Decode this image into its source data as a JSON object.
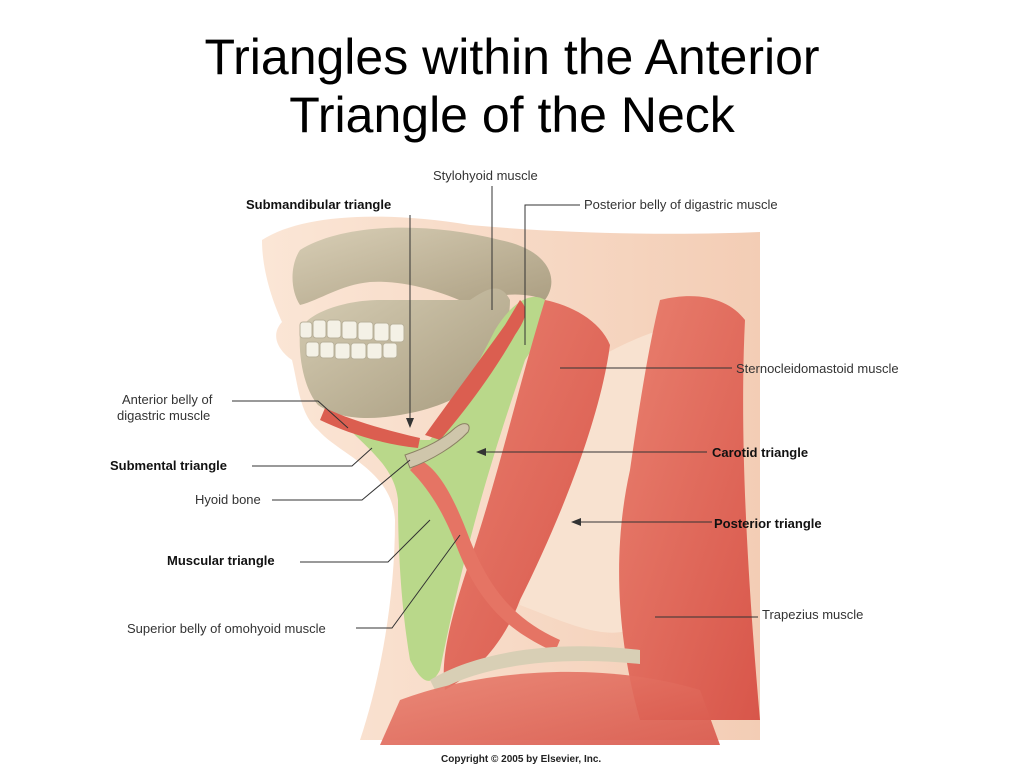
{
  "slide": {
    "title_line1": "Triangles within the Anterior",
    "title_line2": "Triangle of the Neck"
  },
  "labels": {
    "stylohyoid": "Stylohyoid muscle",
    "submandibular": "Submandibular  triangle",
    "posterior_belly_digastric": "Posterior belly of digastric muscle",
    "sternocleidomastoid": "Sternocleidomastoid muscle",
    "anterior_belly_line1": "Anterior belly of",
    "anterior_belly_line2": "digastric muscle",
    "carotid": "Carotid  triangle",
    "submental": "Submental  triangle",
    "hyoid": "Hyoid bone",
    "posterior_triangle": "Posterior  triangle",
    "muscular": "Muscular  triangle",
    "trapezius": "Trapezius muscle",
    "omohyoid": "Superior belly of omohyoid muscle"
  },
  "copyright": "Copyright © 2005 by Elsevier, Inc.",
  "colors": {
    "triangle_fill": "#b9d88a",
    "muscle": "#e0685a",
    "bone": "#c2b79c",
    "skin": "#f6d8c4"
  }
}
